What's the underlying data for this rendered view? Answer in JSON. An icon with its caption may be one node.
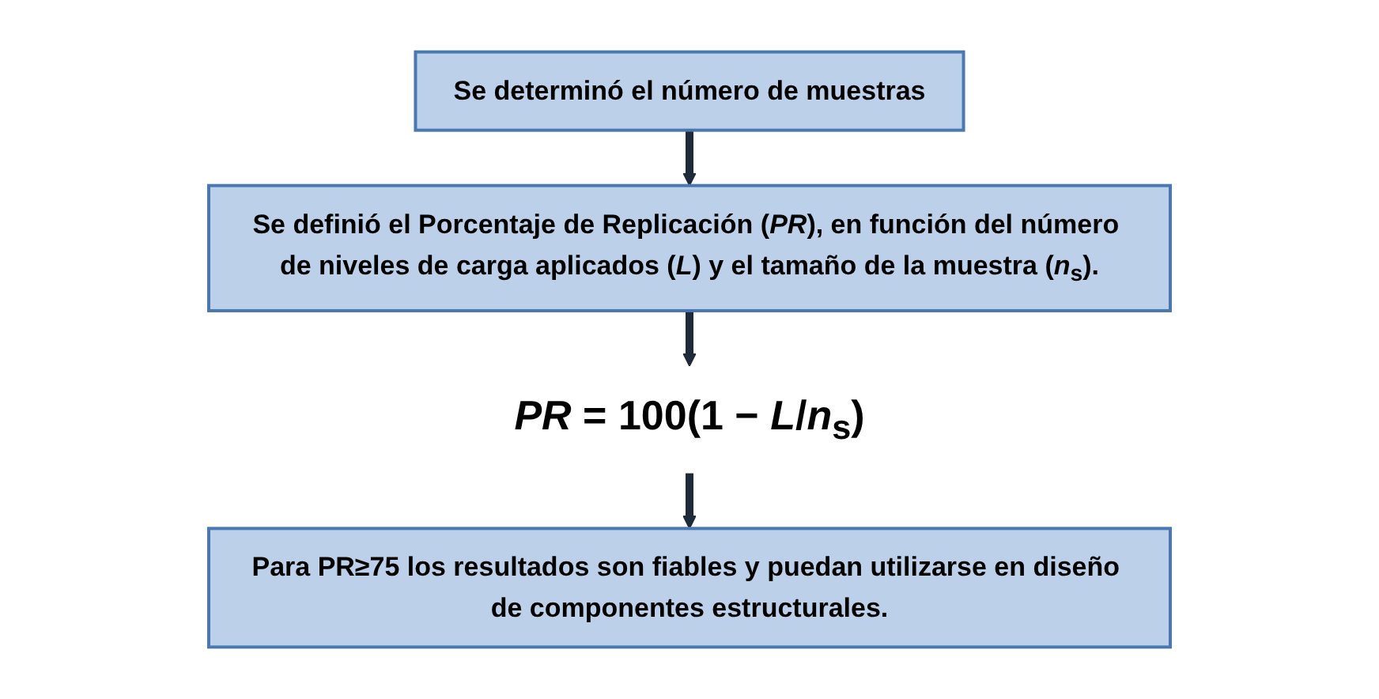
{
  "diagram": {
    "nodes": [
      {
        "text": [
          "Se determinó el número de muestras"
        ]
      },
      {
        "text": [
          "Se definió el Porcentaje de Replicación (*PR*), en función del número de niveles de carga aplicados (*L*) y el tamaño de la muestra (*n*$_{s}$)."
        ]
      },
      {
        "text": [
          "*PR* = 100(1 − *L*/*n*$_{s}$)"
        ]
      },
      {
        "text": [
          "Para PR≥75 los resultados son fiables y puedan utilizarse en diseño de componentes estructurales."
        ]
      }
    ],
    "edges": [
      {
        "from": 0,
        "to": 1,
        "arrow": "to"
      },
      {
        "from": 1,
        "to": 2,
        "arrow": "to"
      },
      {
        "from": 2,
        "to": 3,
        "arrow": "to"
      }
    ]
  }
}
